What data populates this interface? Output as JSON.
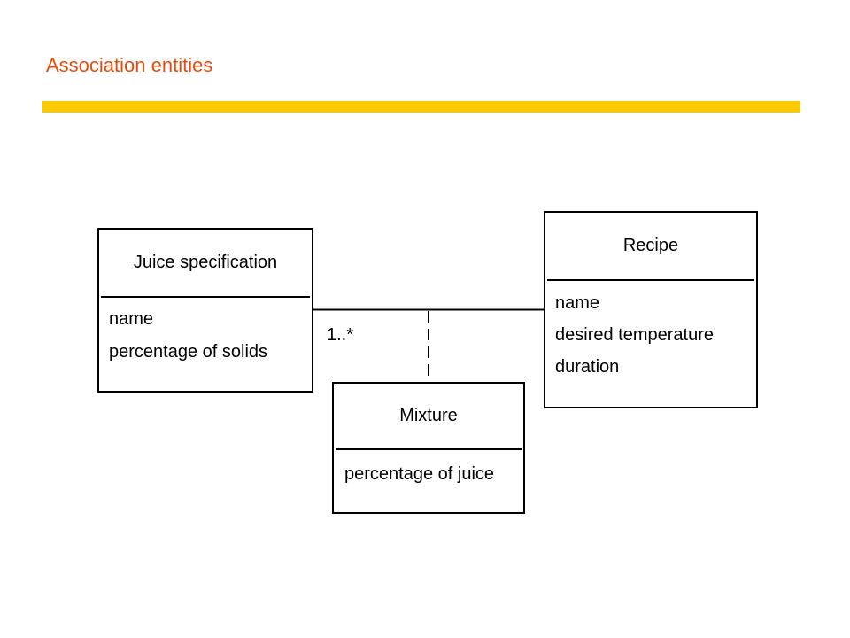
{
  "slide": {
    "title": "Association entities",
    "accent_color": "#e84c0c",
    "bar_color": "#fcc800"
  },
  "diagram": {
    "entities": {
      "juice_specification": {
        "name": "Juice specification",
        "attributes": [
          "name",
          "percentage of solids"
        ]
      },
      "recipe": {
        "name": "Recipe",
        "attributes": [
          "name",
          "desired temperature",
          "duration"
        ]
      },
      "mixture": {
        "name": "Mixture",
        "attributes": [
          "percentage of juice"
        ]
      }
    },
    "association": {
      "from": "Juice specification",
      "to": "Recipe",
      "multiplicity": "1..*",
      "association_class": "Mixture"
    }
  }
}
